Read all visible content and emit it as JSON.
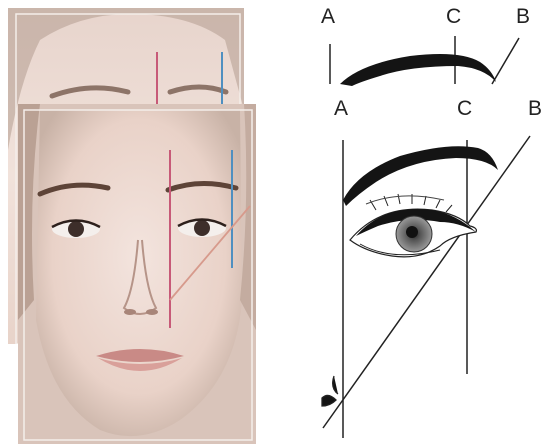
{
  "top_guide": {
    "labels": {
      "a": "A",
      "c": "C",
      "b": "B"
    }
  },
  "main_guide": {
    "labels": {
      "a": "A",
      "c": "C",
      "b": "B"
    }
  },
  "colors": {
    "guide_line_ink": "#222222",
    "brow_fill": "#141414",
    "photo_line_a": "#c75a78",
    "photo_line_c": "#4f8fc0",
    "photo_line_b": "#d79a8c",
    "photo_frame": "#f4eeea"
  },
  "photos": {
    "back_photo": "face-photo-top-half",
    "front_photo": "face-photo-full"
  }
}
